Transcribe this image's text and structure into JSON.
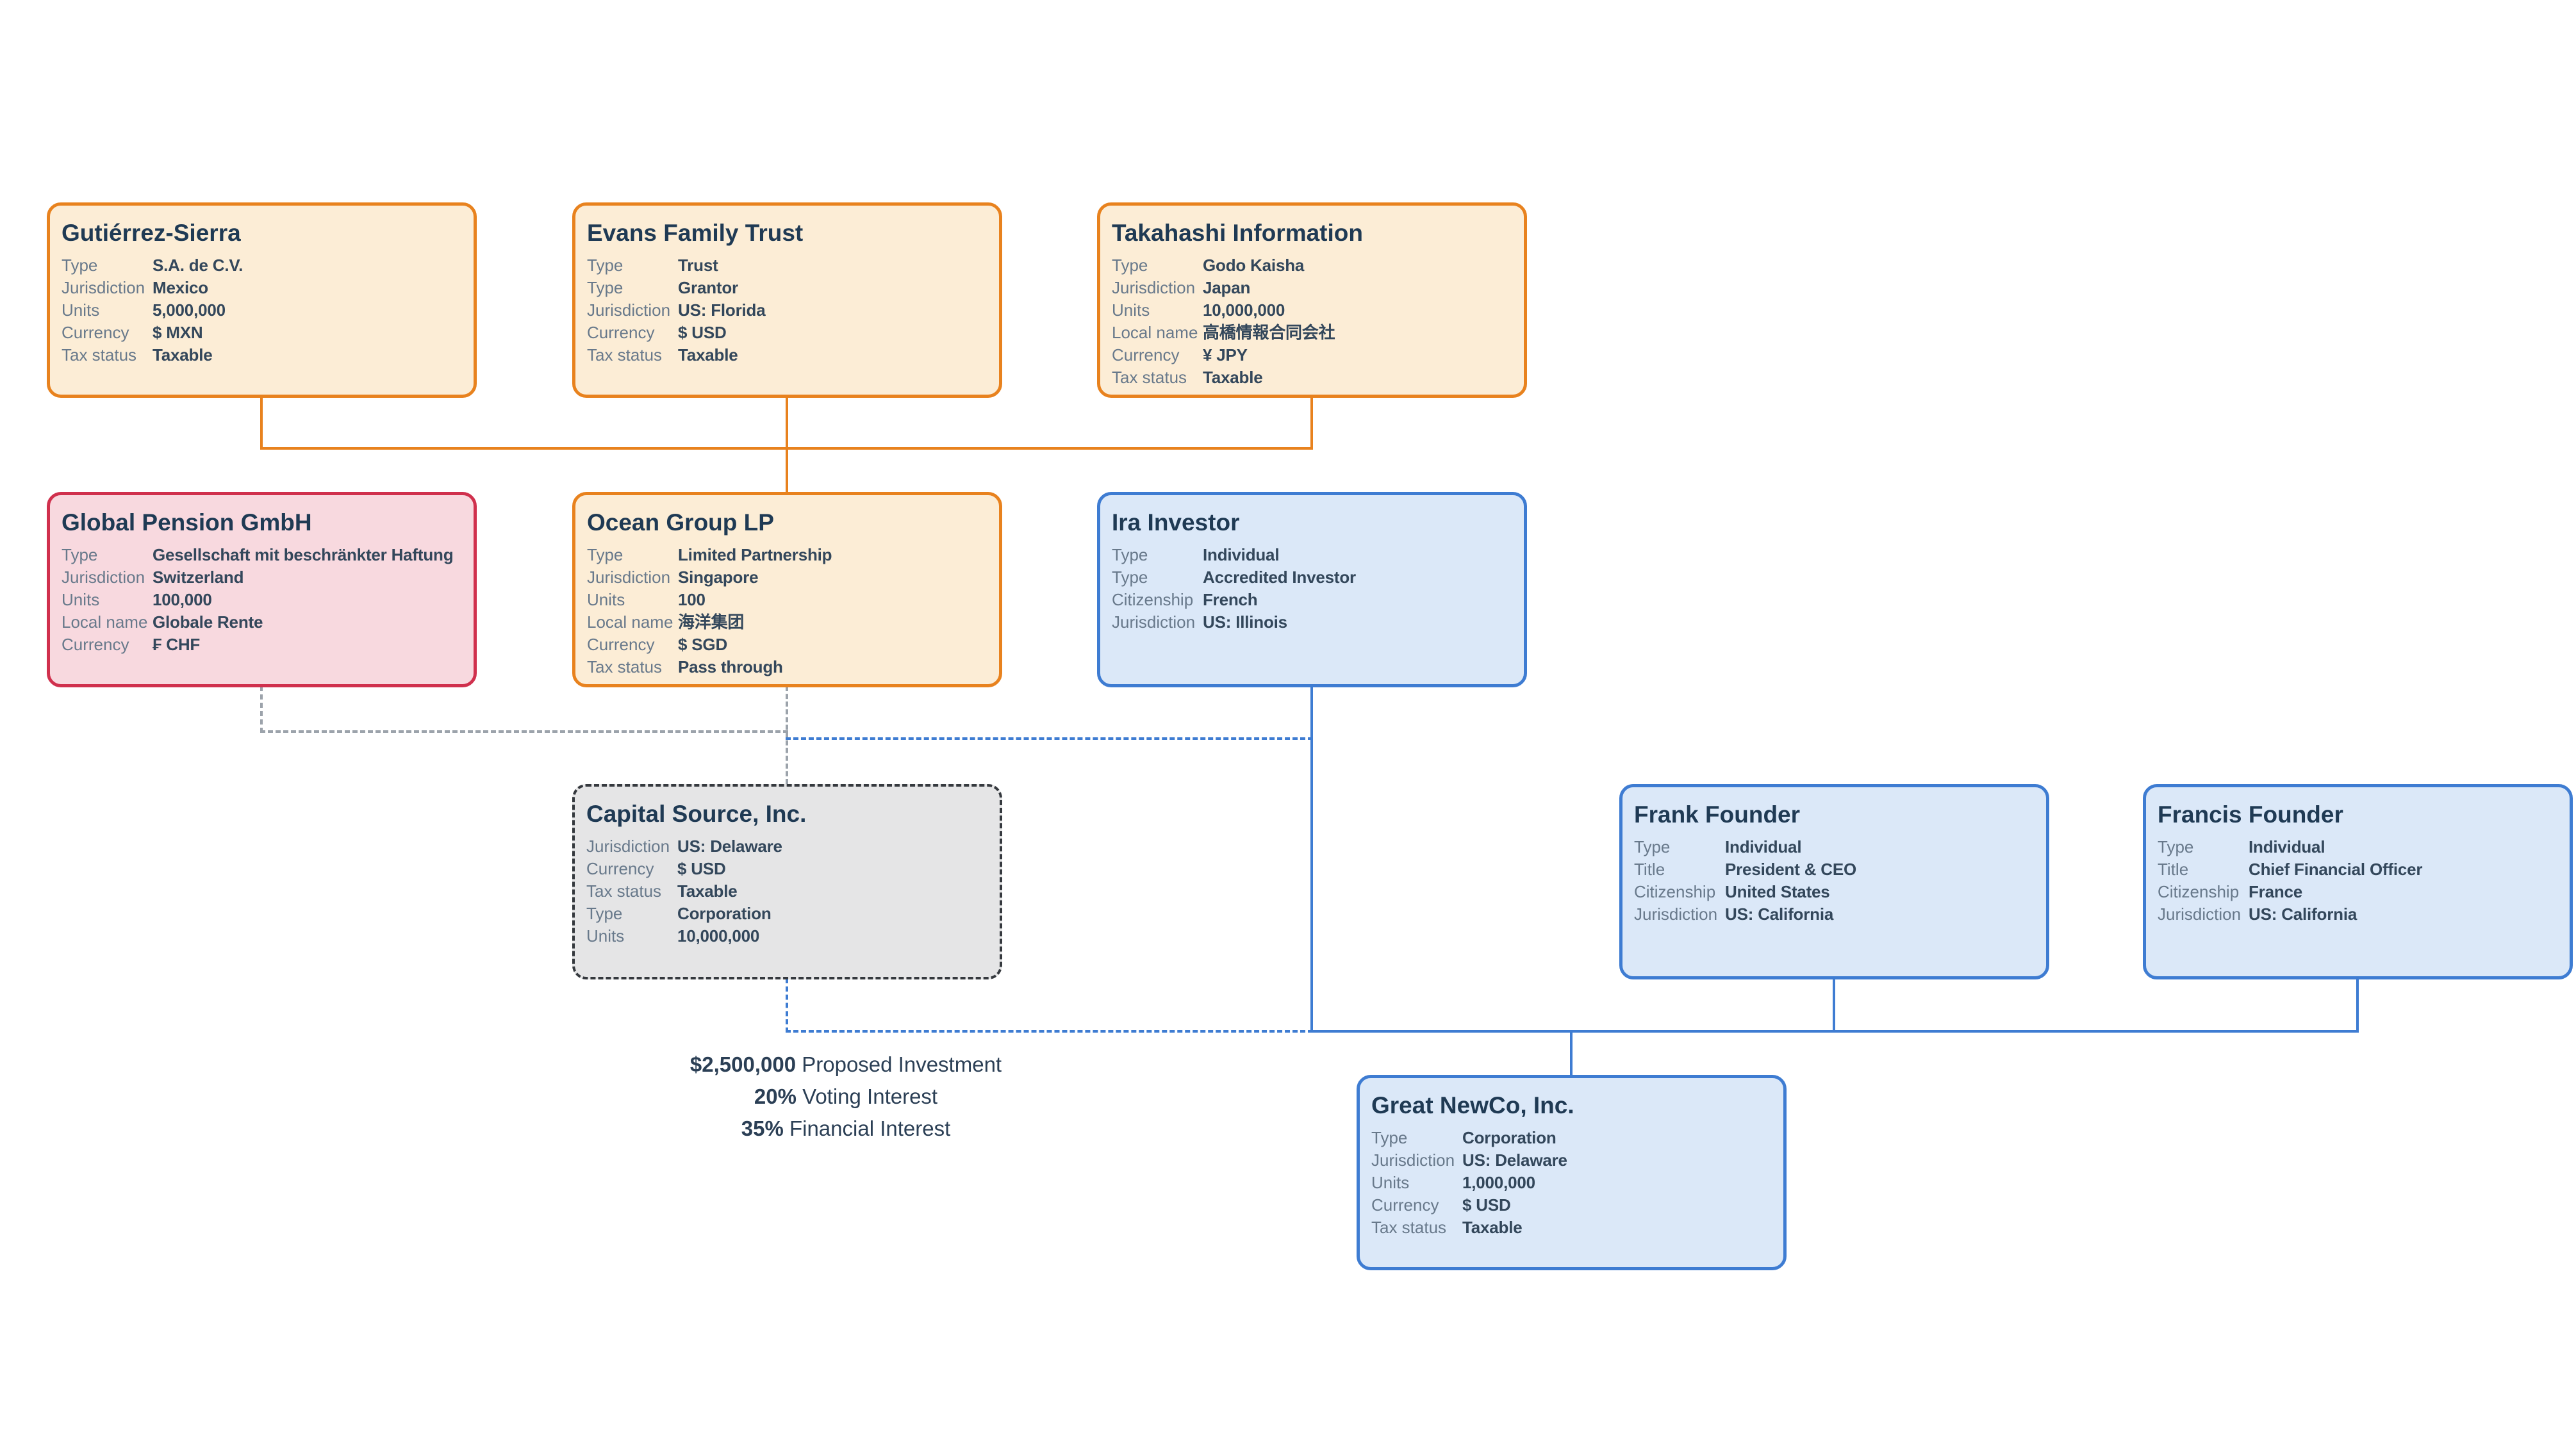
{
  "palette": {
    "orange-border": "#E8821E",
    "orange-bg": "#FCEDD6",
    "red-border": "#D0304D",
    "red-bg": "#F8D9DF",
    "blue-border": "#3E7CD2",
    "blue-bg": "#DBE8F8",
    "gray-border": "#35393E",
    "gray-bg": "#E5E5E6",
    "line-gray": "#9CA3AB",
    "text-title": "#1F3A54",
    "text-label": "#68798B",
    "text-value": "#33475B",
    "annotation-text": "#2B3F55"
  },
  "entities": [
    {
      "id": "gutierrez-sierra",
      "name": "Gutiérrez-Sierra",
      "rows": [
        {
          "label": "Type",
          "value": "S.A. de C.V."
        },
        {
          "label": "Jurisdiction",
          "value": "Mexico"
        },
        {
          "label": "Units",
          "value": "5,000,000"
        },
        {
          "label": "Currency",
          "value": "$ MXN"
        },
        {
          "label": "Tax status",
          "value": "Taxable"
        }
      ]
    },
    {
      "id": "evans-family-trust",
      "name": "Evans Family Trust",
      "rows": [
        {
          "label": "Type",
          "value": "Trust"
        },
        {
          "label": "Type",
          "value": "Grantor"
        },
        {
          "label": "Jurisdiction",
          "value": "US: Florida"
        },
        {
          "label": "Currency",
          "value": "$ USD"
        },
        {
          "label": "Tax status",
          "value": "Taxable"
        }
      ]
    },
    {
      "id": "takahashi-information",
      "name": "Takahashi Information",
      "rows": [
        {
          "label": "Type",
          "value": "Godo Kaisha"
        },
        {
          "label": "Jurisdiction",
          "value": "Japan"
        },
        {
          "label": "Units",
          "value": "10,000,000"
        },
        {
          "label": "Local name",
          "value": "高橋情報合同会社"
        },
        {
          "label": "Currency",
          "value": "¥ JPY"
        },
        {
          "label": "Tax status",
          "value": "Taxable"
        }
      ]
    },
    {
      "id": "global-pension-gmbh",
      "name": "Global Pension GmbH",
      "rows": [
        {
          "label": "Type",
          "value": "Gesellschaft mit beschränkter Haftung"
        },
        {
          "label": "Jurisdiction",
          "value": "Switzerland"
        },
        {
          "label": "Units",
          "value": "100,000"
        },
        {
          "label": "Local name",
          "value": "Globale Rente"
        },
        {
          "label": "Currency",
          "value": "₣ CHF"
        }
      ]
    },
    {
      "id": "ocean-group-lp",
      "name": "Ocean Group LP",
      "rows": [
        {
          "label": "Type",
          "value": "Limited Partnership"
        },
        {
          "label": "Jurisdiction",
          "value": "Singapore"
        },
        {
          "label": "Units",
          "value": "100"
        },
        {
          "label": "Local name",
          "value": "海洋集团"
        },
        {
          "label": "Currency",
          "value": "$ SGD"
        },
        {
          "label": "Tax status",
          "value": "Pass through"
        }
      ]
    },
    {
      "id": "ira-investor",
      "name": "Ira Investor",
      "rows": [
        {
          "label": "Type",
          "value": "Individual"
        },
        {
          "label": "Type",
          "value": "Accredited Investor"
        },
        {
          "label": "Citizenship",
          "value": "French"
        },
        {
          "label": "Jurisdiction",
          "value": "US: Illinois"
        }
      ]
    },
    {
      "id": "capital-source-inc",
      "name": "Capital Source, Inc.",
      "rows": [
        {
          "label": "Jurisdiction",
          "value": "US: Delaware"
        },
        {
          "label": "Currency",
          "value": "$ USD"
        },
        {
          "label": "Tax status",
          "value": "Taxable"
        },
        {
          "label": "Type",
          "value": "Corporation"
        },
        {
          "label": "Units",
          "value": "10,000,000"
        }
      ]
    },
    {
      "id": "frank-founder",
      "name": "Frank Founder",
      "rows": [
        {
          "label": "Type",
          "value": "Individual"
        },
        {
          "label": "Title",
          "value": "President & CEO"
        },
        {
          "label": "Citizenship",
          "value": "United States"
        },
        {
          "label": "Jurisdiction",
          "value": "US: California"
        }
      ]
    },
    {
      "id": "francis-founder",
      "name": "Francis Founder",
      "rows": [
        {
          "label": "Type",
          "value": "Individual"
        },
        {
          "label": "Title",
          "value": "Chief Financial Officer"
        },
        {
          "label": "Citizenship",
          "value": "France"
        },
        {
          "label": "Jurisdiction",
          "value": "US: California"
        }
      ]
    },
    {
      "id": "great-newco-inc",
      "name": "Great NewCo, Inc.",
      "rows": [
        {
          "label": "Type",
          "value": "Corporation"
        },
        {
          "label": "Jurisdiction",
          "value": "US: Delaware"
        },
        {
          "label": "Units",
          "value": "1,000,000"
        },
        {
          "label": "Currency",
          "value": "$ USD"
        },
        {
          "label": "Tax status",
          "value": "Taxable"
        }
      ]
    }
  ],
  "annotation": {
    "lines": [
      {
        "strong": "$2,500,000",
        "rest": "Proposed Investment"
      },
      {
        "strong": "20%",
        "rest": "Voting Interest"
      },
      {
        "strong": "35%",
        "rest": "Financial Interest"
      }
    ]
  }
}
